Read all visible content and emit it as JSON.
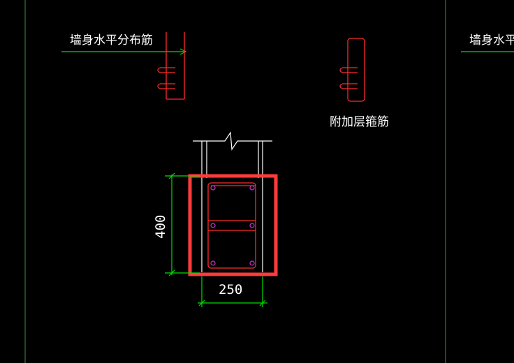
{
  "labels": {
    "wall_horizontal_bar": "墙身水平分布筋",
    "wall_horizontal_bar_cut": "墙身水平分",
    "additional_stirrup": "附加层箍筋"
  },
  "dimensions": {
    "height": "400",
    "width": "250"
  },
  "colors": {
    "background": "#000000",
    "rebar": "#ff2a2a",
    "dimension": "#00e000",
    "outline": "#ffffff",
    "highlight": "#ff3b3b",
    "grid": "#3f8f3f",
    "bar_dot": "#cc33cc"
  }
}
